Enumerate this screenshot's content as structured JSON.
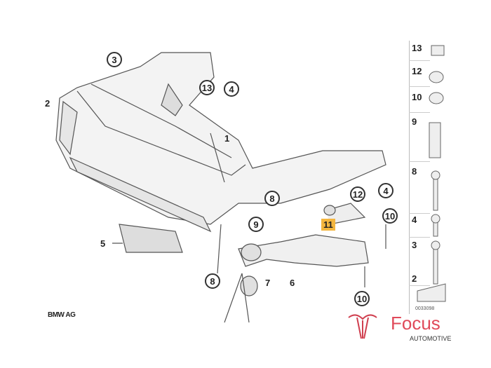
{
  "credit": "BMW AG",
  "callouts": {
    "c3": "3",
    "c13": "13",
    "c4a": "4",
    "c1": "1",
    "c2": "2",
    "c5": "5",
    "c12": "12",
    "c4b": "4",
    "c10a": "10",
    "c11": "11",
    "c8a": "8",
    "c9": "9",
    "c7": "7",
    "c6": "6",
    "c8b": "8",
    "c10b": "10"
  },
  "side_parts": [
    "13",
    "12",
    "10",
    "9",
    "8",
    "4",
    "3",
    "2"
  ],
  "reference_number": "0033098",
  "logo": {
    "brand": "Focus",
    "sub": "AUTOMOTIVE",
    "color": "#e04a5a"
  },
  "highlight_color": "#f4b63f"
}
